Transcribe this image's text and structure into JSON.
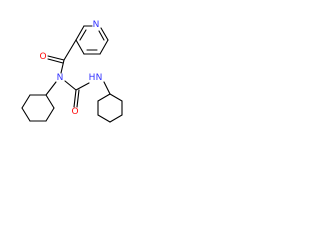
{
  "molecule": {
    "atom_labels": {
      "pyridine_n": "N",
      "carbonyl_o_1": "O",
      "amide_n": "N",
      "urea_nh": "H",
      "urea_nh_n": "N",
      "carbonyl_o_2": "O"
    },
    "colors": {
      "bond": "#000000",
      "nitrogen": "#3333ff",
      "oxygen": "#ff0d0d",
      "hydrogen": "#3333ff",
      "background": "#ffffff"
    }
  }
}
